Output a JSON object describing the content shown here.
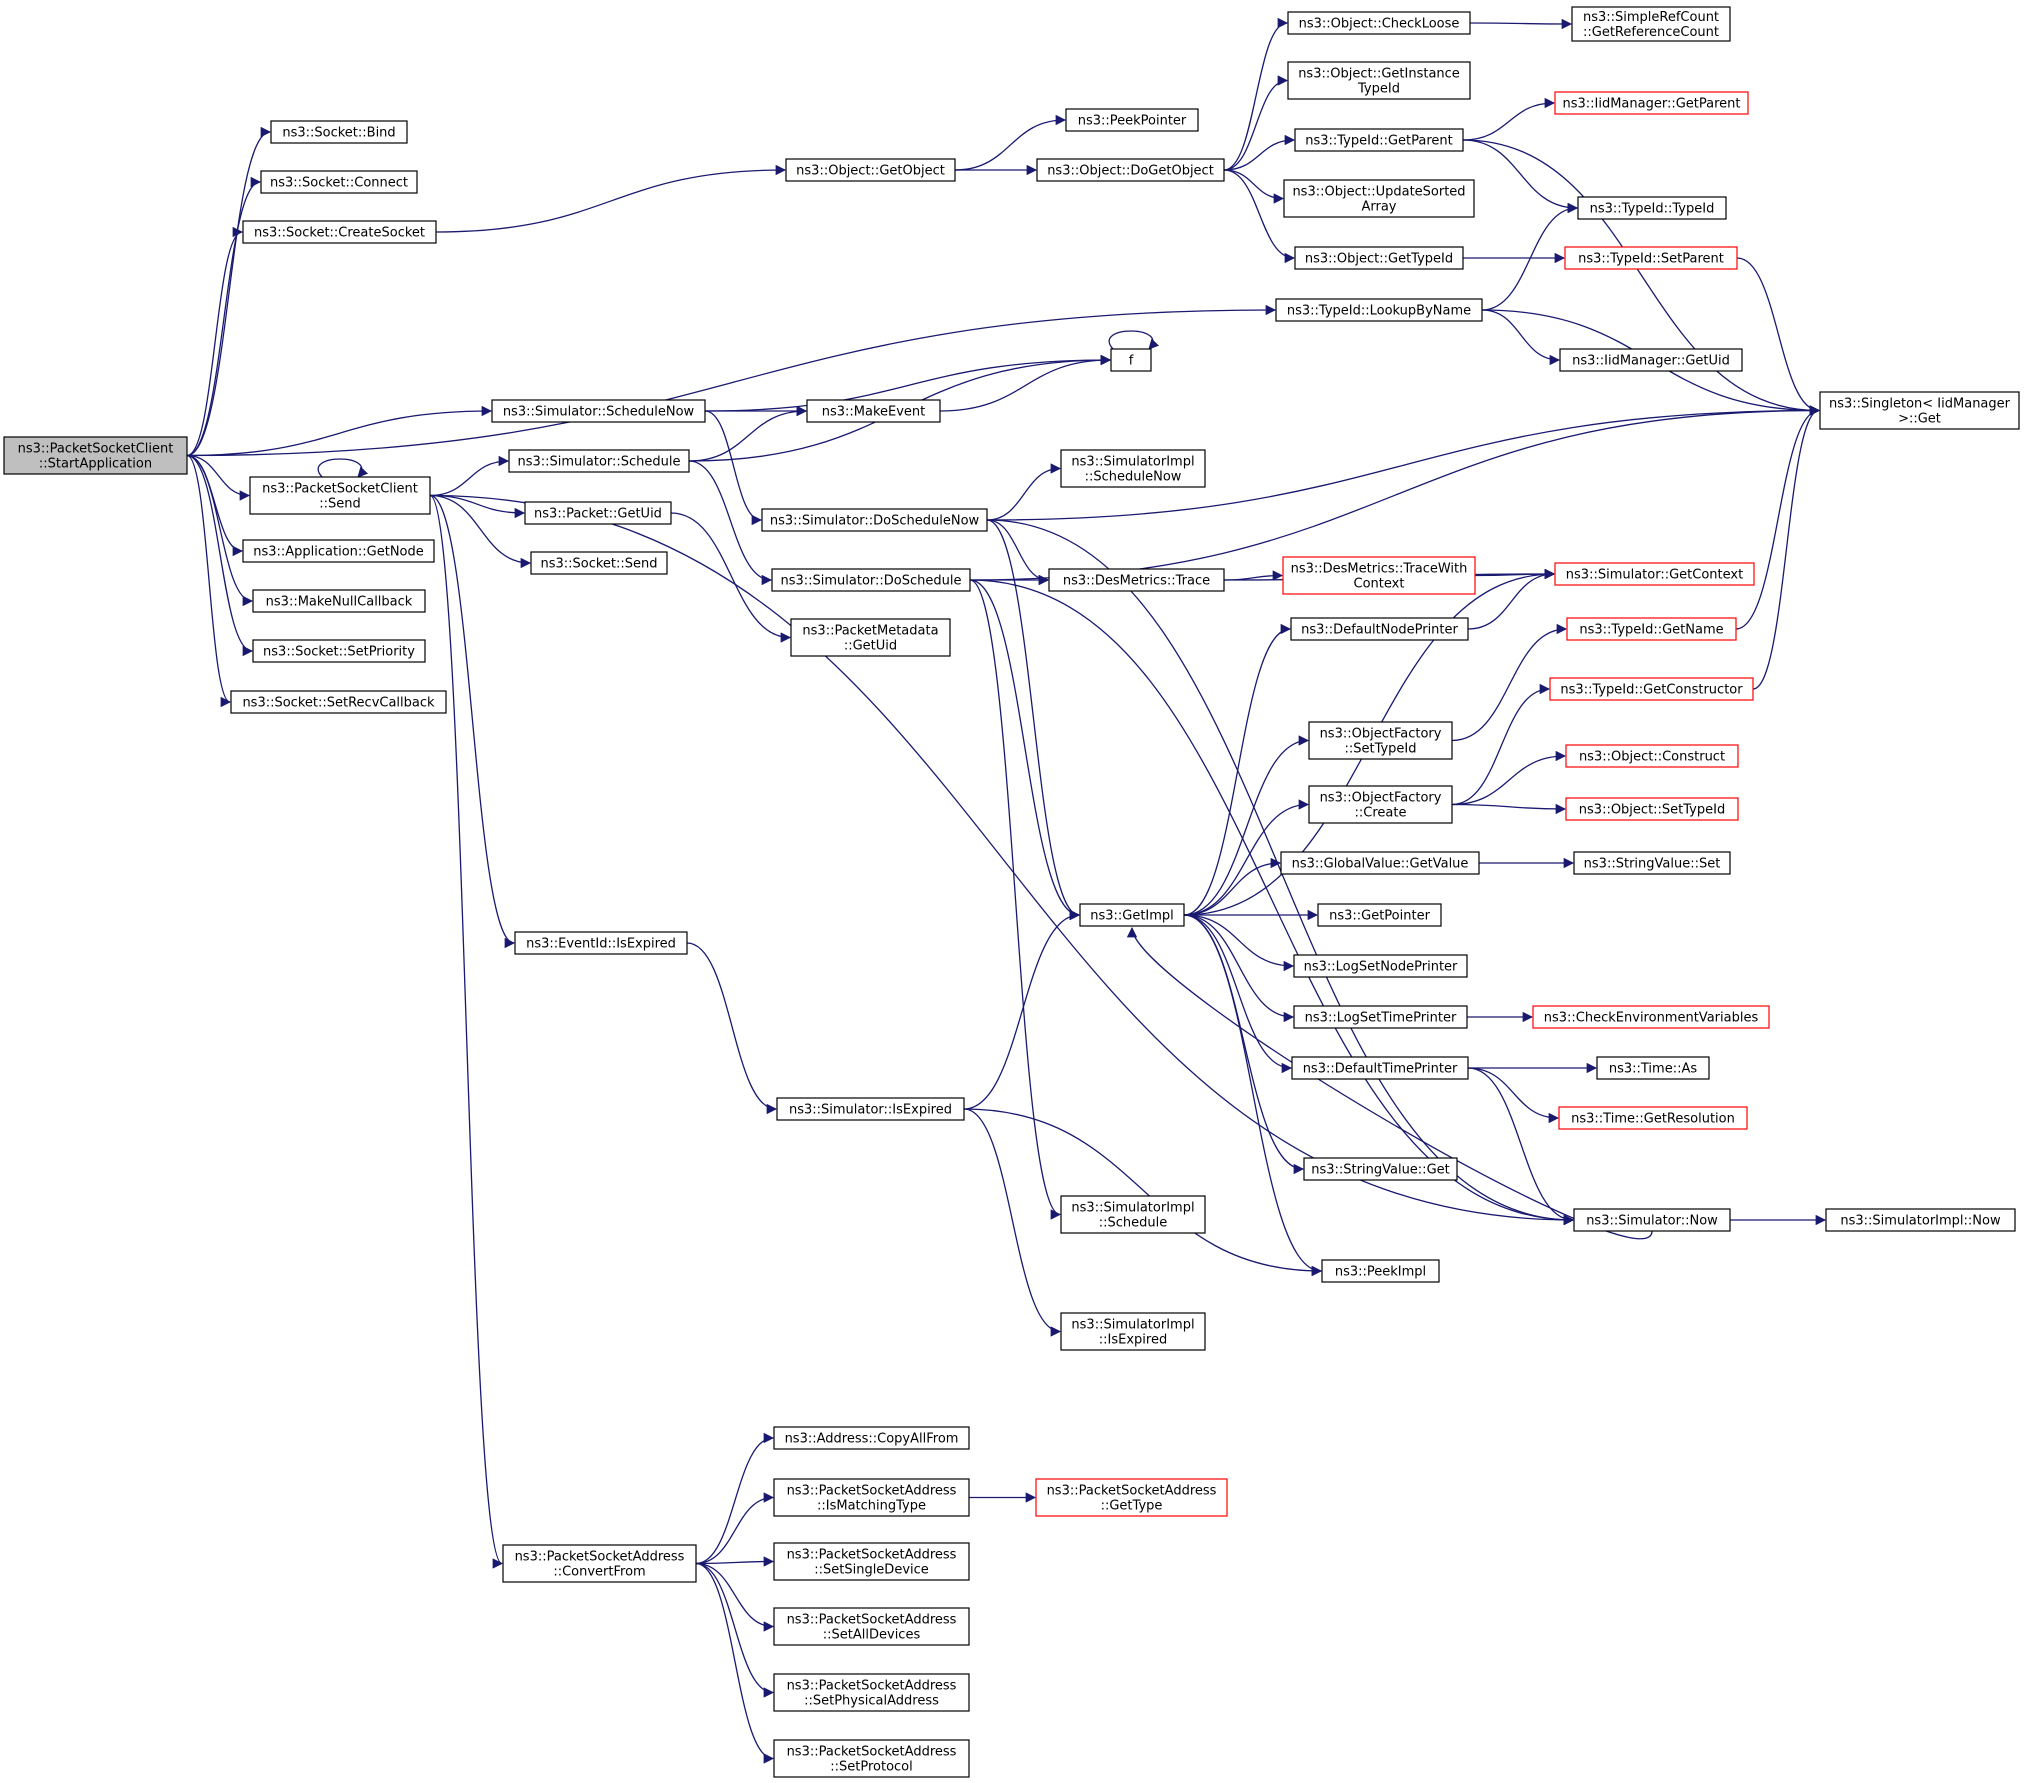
{
  "colors": {
    "edge": "#191970",
    "root_fill": "#bfbfbf",
    "normal_border": "#000000",
    "truncated_border": "#ff0000"
  },
  "nodes": [
    {
      "id": "start",
      "label": [
        "ns3::PacketSocketClient",
        "::StartApplication"
      ],
      "root": true
    },
    {
      "id": "bind",
      "label": [
        "ns3::Socket::Bind"
      ]
    },
    {
      "id": "connect",
      "label": [
        "ns3::Socket::Connect"
      ]
    },
    {
      "id": "createsocket",
      "label": [
        "ns3::Socket::CreateSocket"
      ]
    },
    {
      "id": "send",
      "label": [
        "ns3::PacketSocketClient",
        "::Send"
      ]
    },
    {
      "id": "getnode",
      "label": [
        "ns3::Application::GetNode"
      ]
    },
    {
      "id": "makenullcb",
      "label": [
        "ns3::MakeNullCallback"
      ]
    },
    {
      "id": "setpriority",
      "label": [
        "ns3::Socket::SetPriority"
      ]
    },
    {
      "id": "setrecvcb",
      "label": [
        "ns3::Socket::SetRecvCallback"
      ]
    },
    {
      "id": "getobject",
      "label": [
        "ns3::Object::GetObject"
      ]
    },
    {
      "id": "peekpointer",
      "label": [
        "ns3::PeekPointer"
      ]
    },
    {
      "id": "dogetobject",
      "label": [
        "ns3::Object::DoGetObject"
      ]
    },
    {
      "id": "checkloose",
      "label": [
        "ns3::Object::CheckLoose"
      ]
    },
    {
      "id": "getrefcount",
      "label": [
        "ns3::SimpleRefCount",
        "::GetReferenceCount"
      ]
    },
    {
      "id": "getinstancetypeid",
      "label": [
        "ns3::Object::GetInstance",
        "TypeId"
      ]
    },
    {
      "id": "typeidgetparent",
      "label": [
        "ns3::TypeId::GetParent"
      ]
    },
    {
      "id": "iidgetparent",
      "label": [
        "ns3::IidManager::GetParent"
      ],
      "truncated": true
    },
    {
      "id": "updatesorted",
      "label": [
        "ns3::Object::UpdateSorted",
        "Array"
      ]
    },
    {
      "id": "typeidtypeid",
      "label": [
        "ns3::TypeId::TypeId"
      ]
    },
    {
      "id": "objgettypeid",
      "label": [
        "ns3::Object::GetTypeId"
      ]
    },
    {
      "id": "setparent",
      "label": [
        "ns3::TypeId::SetParent"
      ],
      "truncated": true
    },
    {
      "id": "lookupbyname",
      "label": [
        "ns3::TypeId::LookupByName"
      ]
    },
    {
      "id": "iidgetuid",
      "label": [
        "ns3::IidManager::GetUid"
      ]
    },
    {
      "id": "singletonget",
      "label": [
        "ns3::Singleton< IidManager",
        "&gt;::Get"
      ]
    },
    {
      "id": "f",
      "label": [
        "f"
      ]
    },
    {
      "id": "schedulenow",
      "label": [
        "ns3::Simulator::ScheduleNow"
      ]
    },
    {
      "id": "makeevent",
      "label": [
        "ns3::MakeEvent"
      ]
    },
    {
      "id": "schedule",
      "label": [
        "ns3::Simulator::Schedule"
      ]
    },
    {
      "id": "simimplschedulenow",
      "label": [
        "ns3::SimulatorImpl",
        "::ScheduleNow"
      ]
    },
    {
      "id": "doschedulenow",
      "label": [
        "ns3::Simulator::DoScheduleNow"
      ]
    },
    {
      "id": "packetgetuid",
      "label": [
        "ns3::Packet::GetUid"
      ]
    },
    {
      "id": "socketsend",
      "label": [
        "ns3::Socket::Send"
      ]
    },
    {
      "id": "doschedule",
      "label": [
        "ns3::Simulator::DoSchedule"
      ]
    },
    {
      "id": "trace",
      "label": [
        "ns3::DesMetrics::Trace"
      ]
    },
    {
      "id": "tracewithcontext",
      "label": [
        "ns3::DesMetrics::TraceWith",
        "Context"
      ],
      "truncated": true
    },
    {
      "id": "getcontext",
      "label": [
        "ns3::Simulator::GetContext"
      ],
      "truncated": true
    },
    {
      "id": "pktmetagetuid",
      "label": [
        "ns3::PacketMetadata",
        "::GetUid"
      ]
    },
    {
      "id": "defaultnodeprinter",
      "label": [
        "ns3::DefaultNodePrinter"
      ]
    },
    {
      "id": "getname",
      "label": [
        "ns3::TypeId::GetName"
      ],
      "truncated": true
    },
    {
      "id": "getconstructor",
      "label": [
        "ns3::TypeId::GetConstructor"
      ],
      "truncated": true
    },
    {
      "id": "ofsettypeid",
      "label": [
        "ns3::ObjectFactory",
        "::SetTypeId"
      ]
    },
    {
      "id": "objconstruct",
      "label": [
        "ns3::Object::Construct"
      ],
      "truncated": true
    },
    {
      "id": "ofcreate",
      "label": [
        "ns3::ObjectFactory",
        "::Create"
      ]
    },
    {
      "id": "objsettypeid",
      "label": [
        "ns3::Object::SetTypeId"
      ],
      "truncated": true
    },
    {
      "id": "gvgetvalue",
      "label": [
        "ns3::GlobalValue::GetValue"
      ]
    },
    {
      "id": "strvalset",
      "label": [
        "ns3::StringValue::Set"
      ]
    },
    {
      "id": "getimpl",
      "label": [
        "ns3::GetImpl"
      ]
    },
    {
      "id": "getpointer",
      "label": [
        "ns3::GetPointer"
      ]
    },
    {
      "id": "logsetnodeprinter",
      "label": [
        "ns3::LogSetNodePrinter"
      ]
    },
    {
      "id": "logsettimeprinter",
      "label": [
        "ns3::LogSetTimePrinter"
      ]
    },
    {
      "id": "checkenv",
      "label": [
        "ns3::CheckEnvironmentVariables"
      ],
      "truncated": true
    },
    {
      "id": "defaulttimeprinter",
      "label": [
        "ns3::DefaultTimePrinter"
      ]
    },
    {
      "id": "timeas",
      "label": [
        "ns3::Time::As"
      ]
    },
    {
      "id": "getresolution",
      "label": [
        "ns3::Time::GetResolution"
      ],
      "truncated": true
    },
    {
      "id": "eventisexpired",
      "label": [
        "ns3::EventId::IsExpired"
      ]
    },
    {
      "id": "simisexpired",
      "label": [
        "ns3::Simulator::IsExpired"
      ]
    },
    {
      "id": "strvalget",
      "label": [
        "ns3::StringValue::Get"
      ]
    },
    {
      "id": "simimplschedule",
      "label": [
        "ns3::SimulatorImpl",
        "::Schedule"
      ]
    },
    {
      "id": "simnow",
      "label": [
        "ns3::Simulator::Now"
      ]
    },
    {
      "id": "simimplnow",
      "label": [
        "ns3::SimulatorImpl::Now"
      ]
    },
    {
      "id": "peekimpl",
      "label": [
        "ns3::PeekImpl"
      ]
    },
    {
      "id": "simimplisexpired",
      "label": [
        "ns3::SimulatorImpl",
        "::IsExpired"
      ]
    },
    {
      "id": "copyallfrom",
      "label": [
        "ns3::Address::CopyAllFrom"
      ]
    },
    {
      "id": "ismatchingtype",
      "label": [
        "ns3::PacketSocketAddress",
        "::IsMatchingType"
      ]
    },
    {
      "id": "psagettype",
      "label": [
        "ns3::PacketSocketAddress",
        "::GetType"
      ],
      "truncated": true
    },
    {
      "id": "convertfrom",
      "label": [
        "ns3::PacketSocketAddress",
        "::ConvertFrom"
      ]
    },
    {
      "id": "setsingledevice",
      "label": [
        "ns3::PacketSocketAddress",
        "::SetSingleDevice"
      ]
    },
    {
      "id": "setalldevices",
      "label": [
        "ns3::PacketSocketAddress",
        "::SetAllDevices"
      ]
    },
    {
      "id": "setphysaddr",
      "label": [
        "ns3::PacketSocketAddress",
        "::SetPhysicalAddress"
      ]
    },
    {
      "id": "setprotocol",
      "label": [
        "ns3::PacketSocketAddress",
        "::SetProtocol"
      ]
    }
  ],
  "edges": [
    [
      "start",
      "bind"
    ],
    [
      "start",
      "connect"
    ],
    [
      "start",
      "createsocket"
    ],
    [
      "start",
      "lookupbyname"
    ],
    [
      "start",
      "schedulenow"
    ],
    [
      "start",
      "send"
    ],
    [
      "start",
      "getnode"
    ],
    [
      "start",
      "makenullcb"
    ],
    [
      "start",
      "setpriority"
    ],
    [
      "start",
      "setrecvcb"
    ],
    [
      "createsocket",
      "getobject"
    ],
    [
      "getobject",
      "peekpointer"
    ],
    [
      "getobject",
      "dogetobject"
    ],
    [
      "dogetobject",
      "checkloose"
    ],
    [
      "checkloose",
      "getrefcount"
    ],
    [
      "dogetobject",
      "getinstancetypeid"
    ],
    [
      "dogetobject",
      "typeidgetparent"
    ],
    [
      "dogetobject",
      "updatesorted"
    ],
    [
      "dogetobject",
      "objgettypeid"
    ],
    [
      "typeidgetparent",
      "iidgetparent"
    ],
    [
      "typeidgetparent",
      "typeidtypeid"
    ],
    [
      "typeidgetparent",
      "singletonget"
    ],
    [
      "objgettypeid",
      "setparent"
    ],
    [
      "setparent",
      "singletonget"
    ],
    [
      "lookupbyname",
      "typeidtypeid"
    ],
    [
      "lookupbyname",
      "iidgetuid"
    ],
    [
      "lookupbyname",
      "singletonget"
    ],
    [
      "f",
      "f"
    ],
    [
      "schedulenow",
      "f"
    ],
    [
      "schedulenow",
      "makeevent"
    ],
    [
      "schedulenow",
      "doschedulenow"
    ],
    [
      "makeevent",
      "f"
    ],
    [
      "schedule",
      "makeevent"
    ],
    [
      "schedule",
      "f"
    ],
    [
      "schedule",
      "doschedule"
    ],
    [
      "send",
      "send"
    ],
    [
      "send",
      "schedule"
    ],
    [
      "send",
      "packetgetuid"
    ],
    [
      "send",
      "socketsend"
    ],
    [
      "send",
      "eventisexpired"
    ],
    [
      "send",
      "convertfrom"
    ],
    [
      "send",
      "simnow"
    ],
    [
      "packetgetuid",
      "pktmetagetuid"
    ],
    [
      "doschedulenow",
      "singletonget"
    ],
    [
      "doschedulenow",
      "simimplschedulenow"
    ],
    [
      "doschedulenow",
      "trace"
    ],
    [
      "doschedulenow",
      "getimpl"
    ],
    [
      "doschedulenow",
      "simnow"
    ],
    [
      "doschedule",
      "singletonget"
    ],
    [
      "doschedule",
      "trace"
    ],
    [
      "doschedule",
      "getimpl"
    ],
    [
      "doschedule",
      "simimplschedule"
    ],
    [
      "doschedule",
      "simnow"
    ],
    [
      "trace",
      "tracewithcontext"
    ],
    [
      "trace",
      "getcontext"
    ],
    [
      "tracewithcontext",
      "getcontext"
    ],
    [
      "defaultnodeprinter",
      "getcontext"
    ],
    [
      "getimpl",
      "defaultnodeprinter"
    ],
    [
      "getimpl",
      "getcontext"
    ],
    [
      "ofsettypeid",
      "getname"
    ],
    [
      "getname",
      "singletonget"
    ],
    [
      "getconstructor",
      "singletonget"
    ],
    [
      "ofcreate",
      "getconstructor"
    ],
    [
      "ofcreate",
      "objconstruct"
    ],
    [
      "ofcreate",
      "objsettypeid"
    ],
    [
      "getimpl",
      "ofsettypeid"
    ],
    [
      "getimpl",
      "ofcreate"
    ],
    [
      "getimpl",
      "gvgetvalue"
    ],
    [
      "gvgetvalue",
      "strvalset"
    ],
    [
      "getimpl",
      "getpointer"
    ],
    [
      "getimpl",
      "logsetnodeprinter"
    ],
    [
      "getimpl",
      "logsettimeprinter"
    ],
    [
      "logsettimeprinter",
      "checkenv"
    ],
    [
      "getimpl",
      "defaulttimeprinter"
    ],
    [
      "defaulttimeprinter",
      "timeas"
    ],
    [
      "defaulttimeprinter",
      "getresolution"
    ],
    [
      "defaulttimeprinter",
      "simnow"
    ],
    [
      "getimpl",
      "strvalget"
    ],
    [
      "getimpl",
      "peekimpl"
    ],
    [
      "simnow",
      "getimpl"
    ],
    [
      "simnow",
      "simimplnow"
    ],
    [
      "eventisexpired",
      "simisexpired"
    ],
    [
      "simisexpired",
      "getimpl"
    ],
    [
      "simisexpired",
      "peekimpl"
    ],
    [
      "simisexpired",
      "simimplisexpired"
    ],
    [
      "convertfrom",
      "copyallfrom"
    ],
    [
      "convertfrom",
      "ismatchingtype"
    ],
    [
      "ismatchingtype",
      "psagettype"
    ],
    [
      "convertfrom",
      "setsingledevice"
    ],
    [
      "convertfrom",
      "setalldevices"
    ],
    [
      "convertfrom",
      "setphysaddr"
    ],
    [
      "convertfrom",
      "setprotocol"
    ]
  ]
}
